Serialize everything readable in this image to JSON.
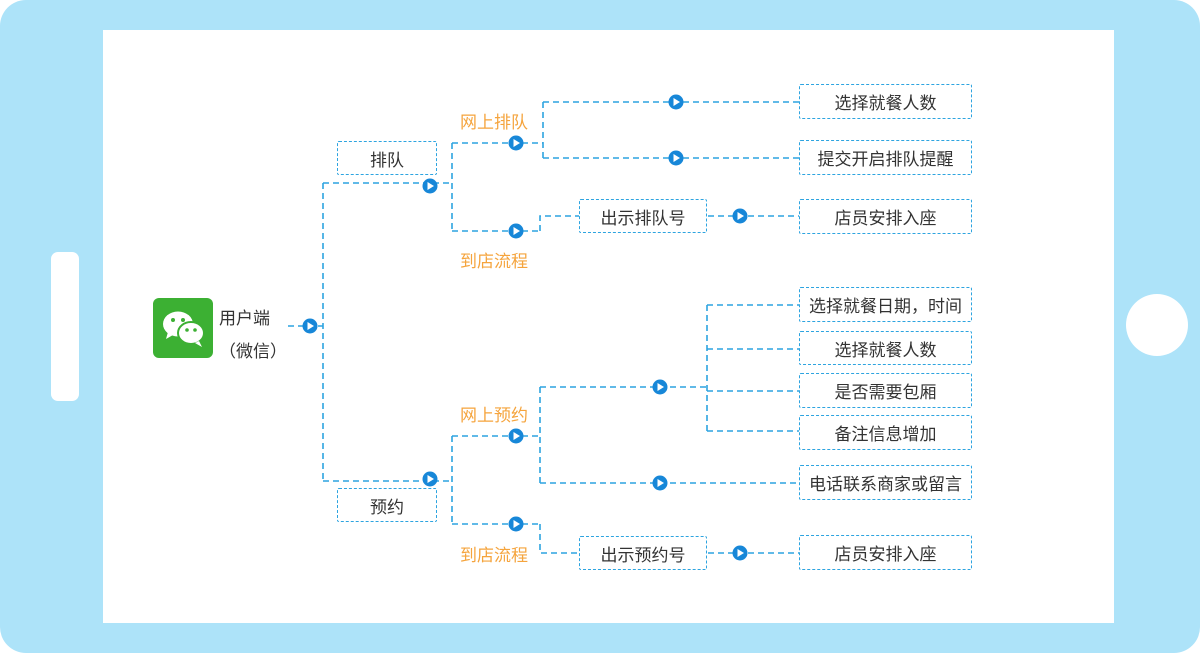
{
  "root": {
    "app_name": "用户端",
    "app_sub": "（微信）",
    "icon": "wechat-icon"
  },
  "branches": {
    "queue": {
      "label": "排队",
      "online": {
        "label": "网上排队",
        "steps": [
          "选择就餐人数",
          "提交开启排队提醒"
        ]
      },
      "in_store": {
        "label": "到店流程",
        "step": "出示排队号",
        "result": "店员安排入座"
      }
    },
    "reserve": {
      "label": "预约",
      "online": {
        "label": "网上预约",
        "steps": [
          "选择就餐日期，时间",
          "选择就餐人数",
          "是否需要包厢",
          "备注信息增加"
        ],
        "alt": "电话联系商家或留言"
      },
      "in_store": {
        "label": "到店流程",
        "step": "出示预约号",
        "result": "店员安排入座"
      }
    }
  },
  "colors": {
    "frame": "#ade3f9",
    "line": "#2da4e0",
    "arrow_node": "#1787d8",
    "accent_text": "#f5a43d",
    "wechat_green": "#3cb033"
  }
}
